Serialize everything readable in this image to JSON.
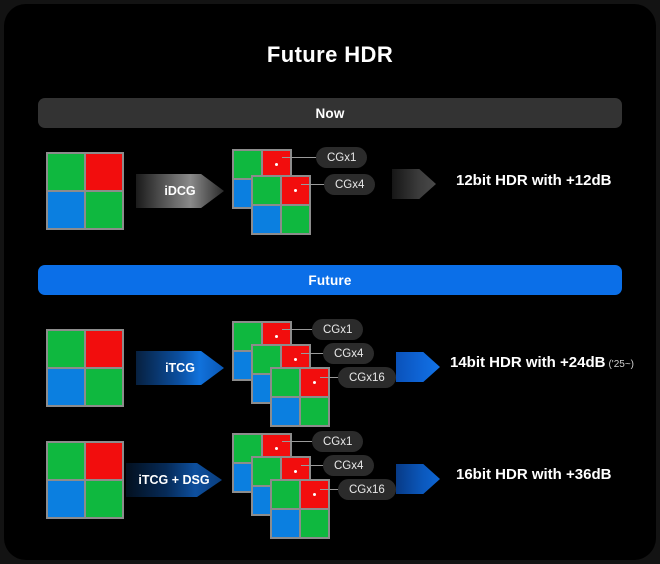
{
  "title": "Future HDR",
  "sections": [
    {
      "id": "now",
      "label": "Now",
      "color": "#333333"
    },
    {
      "id": "future",
      "label": "Future",
      "color": "#0b6fe8"
    }
  ],
  "rows": [
    {
      "id": "now-row",
      "process_label": "iDCG",
      "pills": [
        "CGx1",
        "CGx4"
      ],
      "stack_count": 2,
      "result": "12bit HDR with +12dB",
      "result_note": "",
      "arrow_style": "gray"
    },
    {
      "id": "future-row-1",
      "process_label": "iTCG",
      "pills": [
        "CGx1",
        "CGx4",
        "CGx16"
      ],
      "stack_count": 3,
      "result": "14bit HDR with +24dB",
      "result_note": "('25~)",
      "arrow_style": "blue"
    },
    {
      "id": "future-row-2",
      "process_label": "iTCG + DSG",
      "pills": [
        "CGx1",
        "CGx4",
        "CGx16"
      ],
      "stack_count": 3,
      "result": "16bit HDR with +36dB",
      "result_note": "",
      "arrow_style": "navy"
    }
  ],
  "bayer": {
    "cells": [
      "green",
      "red",
      "blue",
      "green"
    ],
    "colors": {
      "green": "#0fb83f",
      "red": "#f20d0d",
      "blue": "#0b7fe0",
      "border": "#8c8c8c"
    }
  }
}
